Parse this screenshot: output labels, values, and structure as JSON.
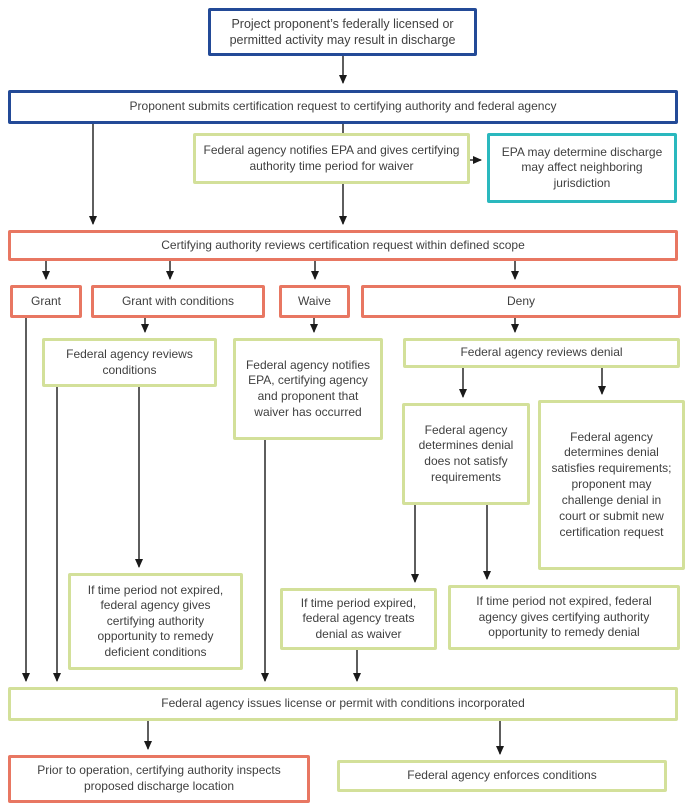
{
  "colors": {
    "dark_blue_border": "#234a97",
    "green_border": "#d3e09a",
    "red_border": "#e87762",
    "teal_border": "#2ab8be",
    "text": "#3f3f3f",
    "arrow": "#1a1a1a",
    "background": "#ffffff"
  },
  "nodes": {
    "start": {
      "text": "Project proponent’s federally licensed or permitted activity may result in discharge"
    },
    "submit": {
      "text": "Proponent submits certification request to certifying authority and federal agency"
    },
    "notify_epa": {
      "text": "Federal agency notifies EPA and gives certifying authority time period for waiver"
    },
    "epa_determine": {
      "text": "EPA may determine discharge may affect neighboring jurisdiction"
    },
    "review_scope": {
      "text": "Certifying authority reviews certification request within defined scope"
    },
    "grant": {
      "text": "Grant"
    },
    "grant_conditions": {
      "text": "Grant with conditions"
    },
    "waive": {
      "text": "Waive"
    },
    "deny": {
      "text": "Deny"
    },
    "reviews_conditions": {
      "text": "Federal agency reviews conditions"
    },
    "notifies_waiver": {
      "text": "Federal agency notifies EPA, certifying agency and proponent that waiver has occurred"
    },
    "reviews_denial": {
      "text": "Federal agency reviews denial"
    },
    "denial_not_satisfy": {
      "text": "Federal agency determines denial does not satisfy requirements"
    },
    "denial_satisfies": {
      "text": "Federal agency determines denial satisfies requirements; proponent may challenge denial in court or submit new certification request"
    },
    "remedy_deficient": {
      "text": "If time period not expired, federal agency gives certifying authority opportunity to remedy deficient conditions"
    },
    "treats_waiver": {
      "text": "If time period expired, federal agency treats denial as waiver"
    },
    "remedy_denial": {
      "text": "If time period not expired, federal agency gives certifying authority opportunity to remedy denial"
    },
    "issues_license": {
      "text": "Federal agency issues license or permit with conditions incorporated"
    },
    "inspects": {
      "text": "Prior to operation, certifying authority inspects proposed discharge location"
    },
    "enforces": {
      "text": "Federal agency enforces conditions"
    }
  }
}
